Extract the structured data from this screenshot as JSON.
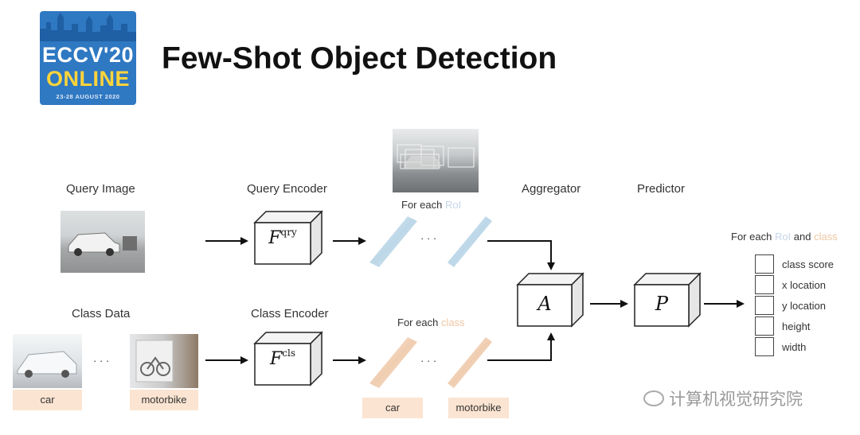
{
  "logo": {
    "line1": "ECCV'20",
    "line2": "ONLINE",
    "line3": "23-28 AUGUST 2020"
  },
  "title": "Few-Shot Object Detection",
  "labels": {
    "query_image": "Query Image",
    "query_encoder": "Query Encoder",
    "aggregator": "Aggregator",
    "predictor": "Predictor",
    "class_data": "Class Data",
    "class_encoder": "Class Encoder",
    "for_each_roi": "For each",
    "for_each_roi_faded": "RoI",
    "for_each_class": "For each",
    "for_each_class_faded": "class",
    "for_each_both": "For each",
    "for_each_both_faded_1": "RoI",
    "for_each_both_and": "and",
    "for_each_both_faded_2": "class",
    "ellipsis": "· · ·"
  },
  "encoders": {
    "query": {
      "symbol": "F",
      "superscript": "qry"
    },
    "class": {
      "symbol": "F",
      "superscript": "cls"
    },
    "aggregator": {
      "symbol": "A"
    },
    "predictor": {
      "symbol": "P"
    }
  },
  "classes": [
    "car",
    "motorbike"
  ],
  "feature_classes": [
    "car",
    "motorbike"
  ],
  "outputs": [
    "class score",
    "x location",
    "y location",
    "height",
    "width"
  ],
  "watermark": "计算机视觉研究院",
  "colors": {
    "logo_blue": "#2f78c2",
    "logo_yellow": "#ffd43b",
    "roi_feature": "#bcd7e8",
    "class_feature": "#f0cdb0",
    "chip": "#fbe4d1"
  }
}
